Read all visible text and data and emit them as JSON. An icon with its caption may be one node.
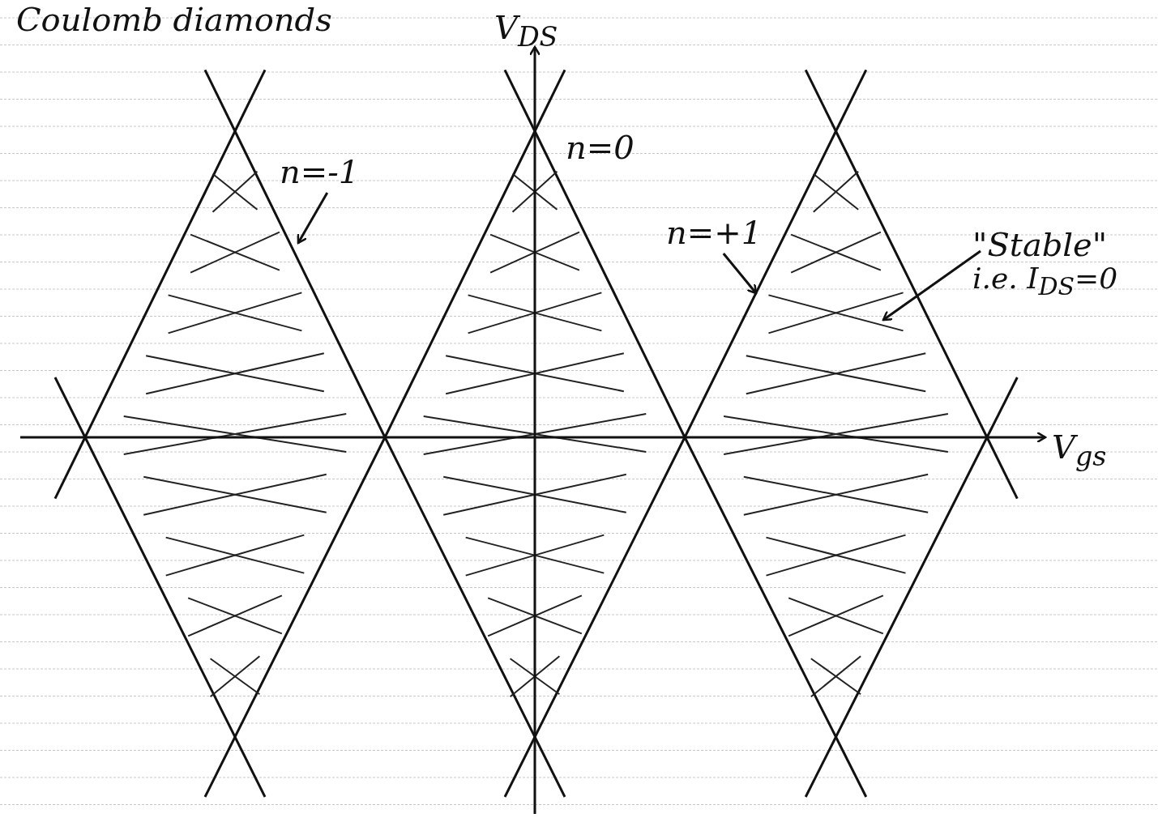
{
  "diagram": {
    "title": "Coulomb diamonds",
    "nodes": [
      {
        "text": [],
        "shape": "diamond"
      },
      {
        "text": [],
        "shape": "diamond"
      },
      {
        "text": [],
        "shape": "diamond"
      },
      {
        "text": [
          "n=-1"
        ]
      },
      {
        "text": [
          "n=+1"
        ]
      },
      {
        "text": [
          "\"Stable\"",
          "i.e. I$_{DS}$=0"
        ]
      }
    ],
    "edges": [
      {
        "from": 3,
        "to": 0,
        "arrow": "to"
      },
      {
        "from": 4,
        "to": 2,
        "arrow": "to"
      },
      {
        "from": 5,
        "to": 2,
        "arrow": "to"
      }
    ],
    "labels": [
      "V$_{DS}$",
      "n=0",
      "V$_{gs}$"
    ]
  }
}
